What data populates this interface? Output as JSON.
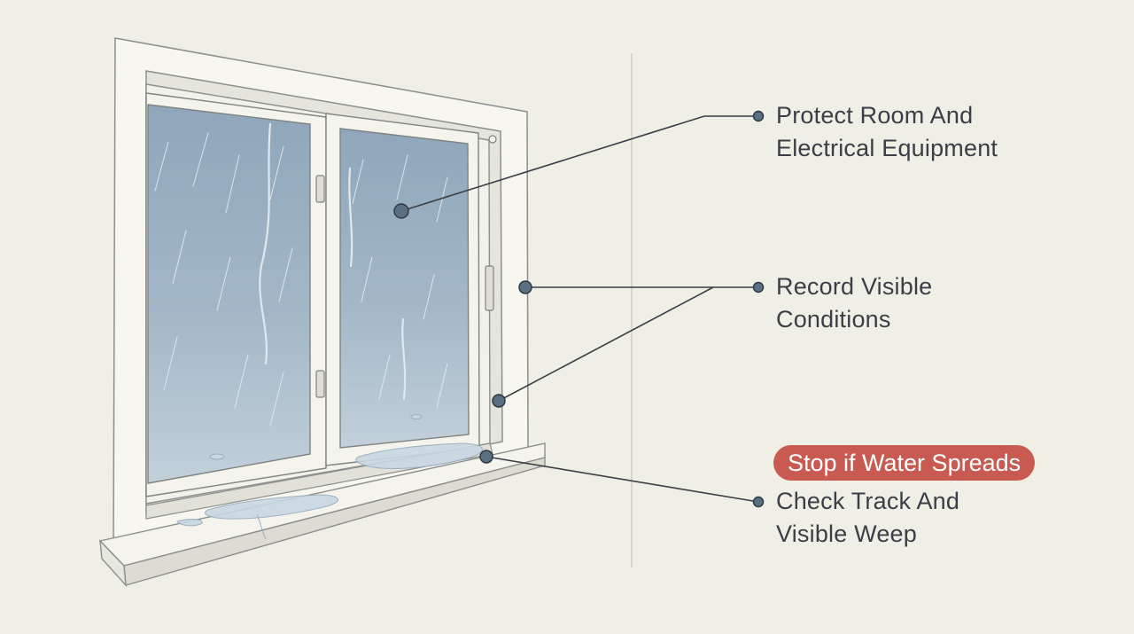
{
  "callouts": {
    "protect": {
      "line1": "Protect Room And",
      "line2": "Electrical Equipment"
    },
    "record": {
      "line1": "Record Visible",
      "line2": "Conditions"
    },
    "check": {
      "line1": "Check Track And",
      "line2": "Visible Weep"
    }
  },
  "warning_badge": "Stop if Water Spreads",
  "colors": {
    "background": "#f0efe6",
    "warning": "#c95a51",
    "leader_line": "#3b3f45",
    "marker": "#5b6f82",
    "glass": "#9fb4c6"
  }
}
